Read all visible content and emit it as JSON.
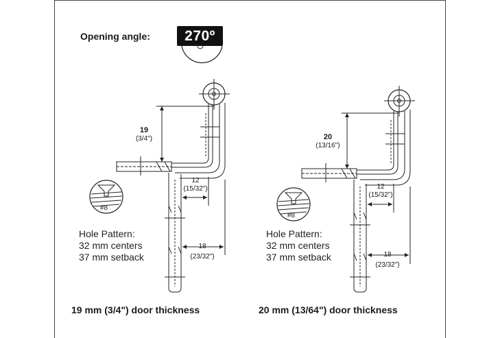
{
  "opening_angle_label": "Opening angle:",
  "opening_angle_value": "270º",
  "left_diagram": {
    "vertical_dim": "19",
    "vertical_dim_sub": "(3/4\")",
    "dim_12": "12",
    "dim_12_sub": "(15/32\")",
    "dim_18": "18",
    "dim_18_sub": "(23/32\")",
    "screw_label": "#8",
    "hole_pattern_title": "Hole Pattern:",
    "hole_pattern_centers": "32 mm centers",
    "hole_pattern_setback": "37 mm setback",
    "caption": "19 mm (3/4\") door thickness"
  },
  "right_diagram": {
    "vertical_dim": "20",
    "vertical_dim_sub": "(13/16\")",
    "dim_12": "12",
    "dim_12_sub": "(15/32\")",
    "dim_18": "18",
    "dim_18_sub": "(23/32\")",
    "screw_label": "#8",
    "hole_pattern_title": "Hole Pattern:",
    "hole_pattern_centers": "32 mm centers",
    "hole_pattern_setback": "37 mm setback",
    "caption": "20 mm (13/64\") door thickness"
  }
}
